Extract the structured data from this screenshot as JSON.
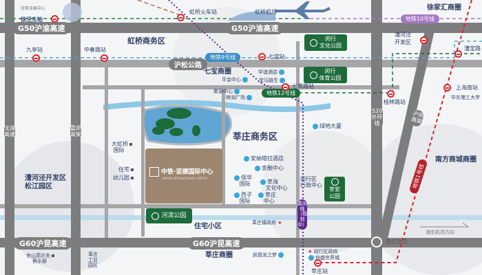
{
  "highways": {
    "g50_left": "G50沪渝高速",
    "g50_mid": "G50沪渝高速",
    "g60_left": "G60沪昆高速",
    "g60_mid": "G60沪昆高速",
    "husong": "沪松公路",
    "shenhai": "沈海高速",
    "jiamin": "嘉闵高架",
    "s20": "S20外环线",
    "humin": "沪闵高架",
    "xinzhuang_interchange": "莘庄立交",
    "pudong_airport": "浦东机场方向"
  },
  "districts": {
    "hongqiao": "虹桥商务区",
    "qibao": "七宝商圈",
    "xujiahui": "徐家汇商圈",
    "xinzhuang_cbd": "莘庄商务区",
    "caohejing_songjiang_1": "漕河泾开发区",
    "caohejing_songjiang_2": "松江园区",
    "nanfang": "南方商城商圈",
    "residential": "住宅小区",
    "xinzhuang_shopping": "莘庄商圈"
  },
  "stations": {
    "xujingdong": "徐泾东站",
    "hongqiao_rail": "虹桥火车站",
    "hongqiao_airport": "虹桥机场",
    "jiuting": "九亭站",
    "zhongchun": "中春路站",
    "qibao": "七宝站",
    "qixin": "七莘路站",
    "caohejing_1": "漕河泾",
    "caohejing_2": "开发区",
    "caobao": "漕宝路",
    "shanghai_south": "上海南站",
    "guilin": "桂林路站",
    "xinzhuang": "莘庄站"
  },
  "metro_lines": {
    "line10": "地铁10号线",
    "line9": "地铁9号线",
    "line12": "地铁12号线",
    "line1": "地铁1号线",
    "jiamin_line": "嘉闵线（规划中）"
  },
  "parks": {
    "culture_1": "闵行",
    "culture_2": "文化公园",
    "sports_1": "闵行",
    "sports_2": "体育公园",
    "xinan_1": "莘安",
    "xinan_2": "公园",
    "hebin": "河滨公园"
  },
  "pois": {
    "expo": "宜家会展中心",
    "ecust": "华东理工大学",
    "hotel1": "华谊酒店",
    "bmw": "宝马路生",
    "pinghui": "平会中心",
    "center2": "聚源中心",
    "plaza": "映润广场",
    "lvdi": "绿地大厦",
    "anantara": "安纳塔拉酒店",
    "finance": "金融中心",
    "baohua_1": "保华",
    "baohua_2": "国际",
    "culture_center_1": "莘海",
    "culture_center_2": "文化中心",
    "xizi_1": "西子",
    "xizi_2": "国际",
    "xz_center_1": "莘庄",
    "xz_center_2": "中心",
    "admin_1": "闵行区",
    "admin_2": "行政中心",
    "hongqiao_intl_1": "大虹桥",
    "hongqiao_intl_2": "国际",
    "house": "住宅",
    "kindergarten": "幼儿园",
    "project_cn": "中铁·诺德国际中心",
    "project_en": "NORDE INTERNATIONAL CENTER",
    "town_gov": "莘庄镇政府",
    "district_gov": "闵行区政府",
    "zhongsheng": "仲盛世界城",
    "kaide": "凯德龙之梦",
    "golf_1": "佘山高尔夫",
    "golf_2": "俱乐部",
    "industrial_1": "莘庄",
    "industrial_2": "工业",
    "industrial_3": "园区"
  },
  "colors": {
    "road": "#7d7d7f",
    "water": "#8cc7e6",
    "park": "#1d6b3a",
    "project": "#9c8670",
    "metro_red": "#d8232a"
  }
}
